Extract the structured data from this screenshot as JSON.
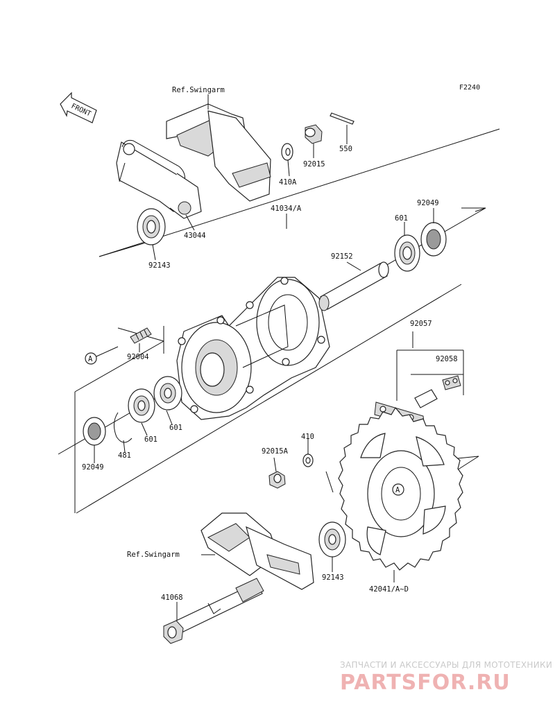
{
  "figure_code": "F2240",
  "front_label": "FRONT",
  "refs": {
    "swingarm_top": "Ref.Swingarm",
    "swingarm_bottom": "Ref.Swingarm"
  },
  "callout_letter": "A",
  "parts": {
    "p550": "550",
    "p92015": "92015",
    "p410A": "410A",
    "p43044": "43044",
    "p92143_top": "92143",
    "p41034A": "41034/A",
    "p92049_top": "92049",
    "p601_top": "601",
    "p92152": "92152",
    "p92057": "92057",
    "p92058": "92058",
    "p92004": "92004",
    "p601_mid": "601",
    "p601_low": "601",
    "p481": "481",
    "p92049_bottom": "92049",
    "p410": "410",
    "p92015A": "92015A",
    "p92143_bottom": "92143",
    "p42041": "42041/A~D",
    "p41068": "41068"
  },
  "watermark": {
    "tagline": "ЗАПЧАСТИ И АКСЕССУАРЫ ДЛЯ МОТОТЕХНИКИ",
    "brand": "PARTSFOR.RU"
  }
}
